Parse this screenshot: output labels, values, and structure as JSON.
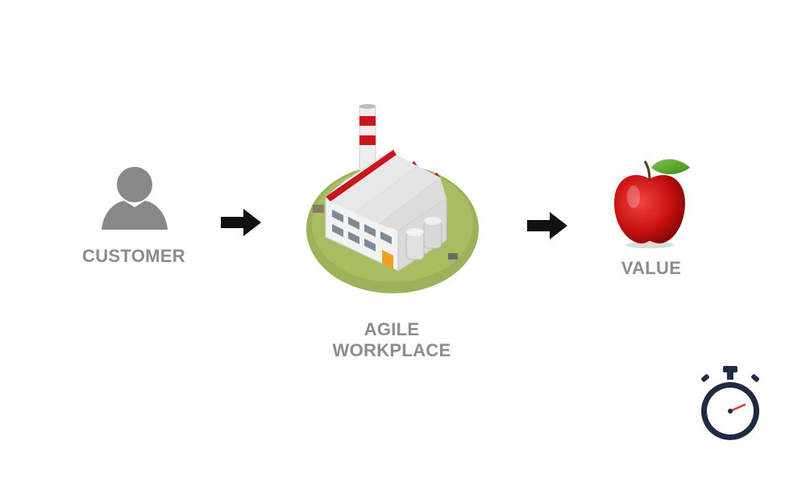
{
  "diagram": {
    "nodes": [
      {
        "id": "customer",
        "label": "CUSTOMER",
        "icon": "person-icon"
      },
      {
        "id": "workplace",
        "label_lines": [
          "AGILE",
          "WORKPLACE"
        ],
        "icon": "factory-icon"
      },
      {
        "id": "value",
        "label": "VALUE",
        "icon": "apple-icon"
      }
    ],
    "flow": [
      "customer",
      "workplace",
      "value"
    ],
    "decoration": {
      "icon": "stopwatch-icon"
    }
  },
  "colors": {
    "label_gray": "#8c8c8c",
    "person_gray": "#888888",
    "arrow_black": "#111111",
    "factory_red": "#c8161d",
    "ground_green": "#9cb25a",
    "apple_red": "#c81010",
    "leaf_green": "#3f8f1f",
    "stopwatch_navy": "#1f2a44",
    "hand_red": "#d23b3b"
  }
}
